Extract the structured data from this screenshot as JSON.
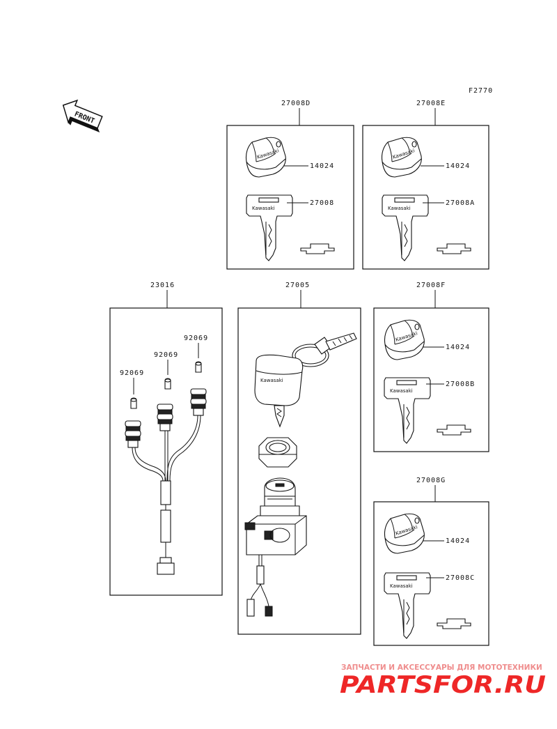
{
  "figure_code": "F2770",
  "front_label": "FRONT",
  "kawasaki_text": "Kawasaki",
  "kits": {
    "d": {
      "kit": "27008D",
      "cap": "14024",
      "key": "27008"
    },
    "e": {
      "kit": "27008E",
      "cap": "14024",
      "key": "27008A"
    },
    "f": {
      "kit": "27008F",
      "cap": "14024",
      "key": "27008B"
    },
    "g": {
      "kit": "27008G",
      "cap": "14024",
      "key": "27008C"
    }
  },
  "harness": {
    "kit": "23016",
    "cap_a": "92069",
    "cap_b": "92069",
    "cap_c": "92069"
  },
  "switch": {
    "kit": "27005"
  },
  "watermark": {
    "tagline": "ЗАПЧАСТИ И АКСЕССУАРЫ ДЛЯ МОТОТЕХНИКИ",
    "logo": "PARTSFOR.RU"
  },
  "colors": {
    "line": "#111111",
    "watermark_red": "#ee2727",
    "watermark_pink": "#ef8d8d"
  }
}
